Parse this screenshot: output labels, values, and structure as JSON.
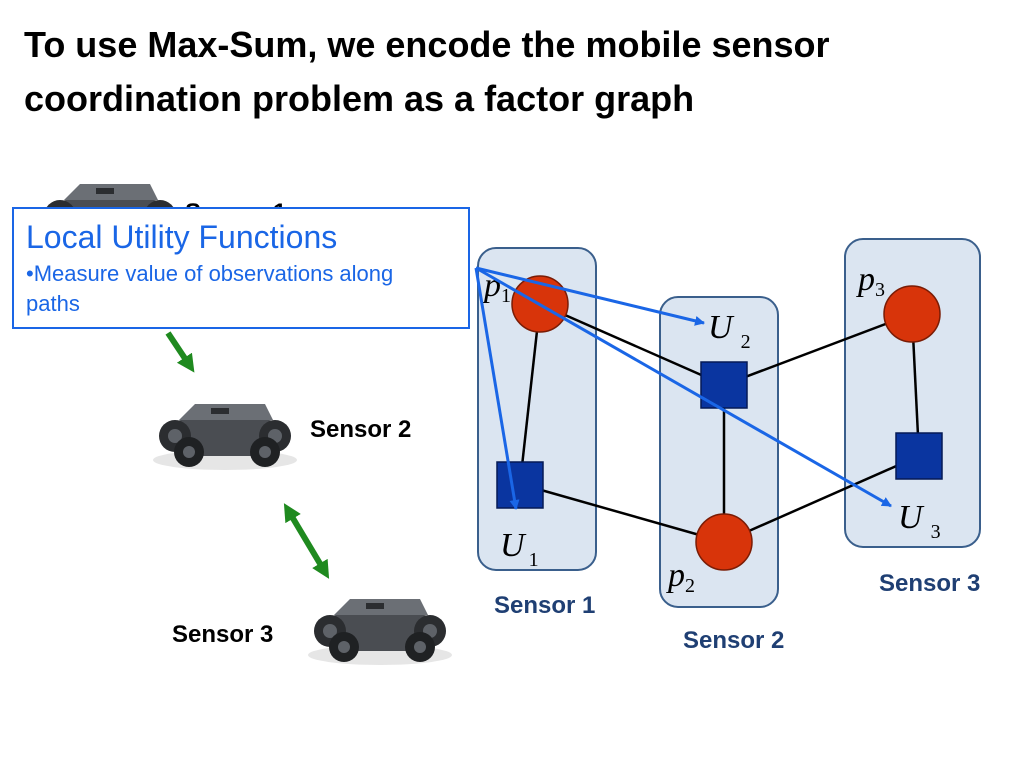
{
  "slide": {
    "title": "To use Max-Sum, we encode the mobile sensor coordination problem as a factor graph"
  },
  "callout": {
    "title": "Local Utility Functions",
    "bullet": "•Measure value of observations along paths"
  },
  "robots": {
    "sensor1_label": "Sensor 1",
    "sensor2_label": "Sensor 2",
    "sensor3_label": "Sensor 3"
  },
  "factor_graph": {
    "group1_label": "Sensor 1",
    "group2_label": "Sensor 2",
    "group3_label": "Sensor 3",
    "p1": {
      "letter": "p",
      "sub": "1"
    },
    "p2": {
      "letter": "p",
      "sub": "2"
    },
    "p3": {
      "letter": "p",
      "sub": "3"
    },
    "u1": {
      "letter": "U",
      "sub": "1"
    },
    "u2": {
      "letter": "U",
      "sub": "2"
    },
    "u3": {
      "letter": "U",
      "sub": "3"
    }
  },
  "colors": {
    "variable_node": "#d8340a",
    "function_node": "#0a35a0",
    "group_fill": "#dbe5f1",
    "group_stroke": "#3a5f8c",
    "callout_blue": "#1a66e6",
    "link_arrow_green": "#1f8a1f",
    "sensor_label_group": "#1f3f73"
  }
}
